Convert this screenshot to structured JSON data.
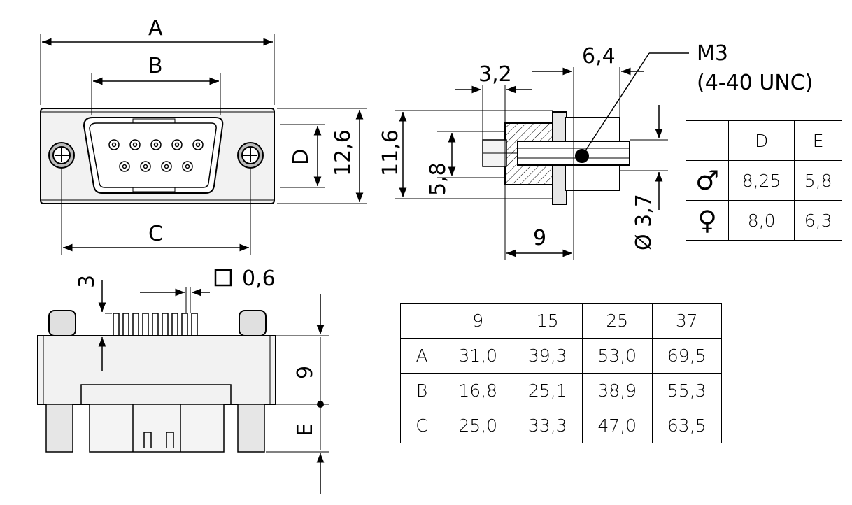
{
  "front_view": {
    "dim_A": "A",
    "dim_B": "B",
    "dim_C": "C",
    "dim_D": "D",
    "dim_height": "12,6"
  },
  "side_view": {
    "dim_outer_height": "11,6",
    "dim_inner_height": "5,8",
    "dim_pin_offset": "3,2",
    "dim_flange": "6,4",
    "dim_depth": "9",
    "dim_diameter": "Ø 3,7",
    "thread_label": "M3",
    "thread_label_alt": "(4-40 UNC)"
  },
  "bottom_view": {
    "dim_pin_protrusion": "3",
    "dim_pin_square": "0,6",
    "dim_body_height": "9",
    "dim_E": "E"
  },
  "gender_table": {
    "headers": [
      "",
      "D",
      "E"
    ],
    "rows": [
      {
        "symbol": "♂",
        "D": "8,25",
        "E": "5,8"
      },
      {
        "symbol": "♀",
        "D": "8,0",
        "E": "6,3"
      }
    ]
  },
  "size_table": {
    "headers": [
      "",
      "9",
      "15",
      "25",
      "37"
    ],
    "rows": [
      {
        "label": "A",
        "values": [
          "31,0",
          "39,3",
          "53,0",
          "69,5"
        ]
      },
      {
        "label": "B",
        "values": [
          "16,8",
          "25,1",
          "38,9",
          "55,3"
        ]
      },
      {
        "label": "C",
        "values": [
          "25,0",
          "33,3",
          "47,0",
          "63,5"
        ]
      }
    ]
  }
}
